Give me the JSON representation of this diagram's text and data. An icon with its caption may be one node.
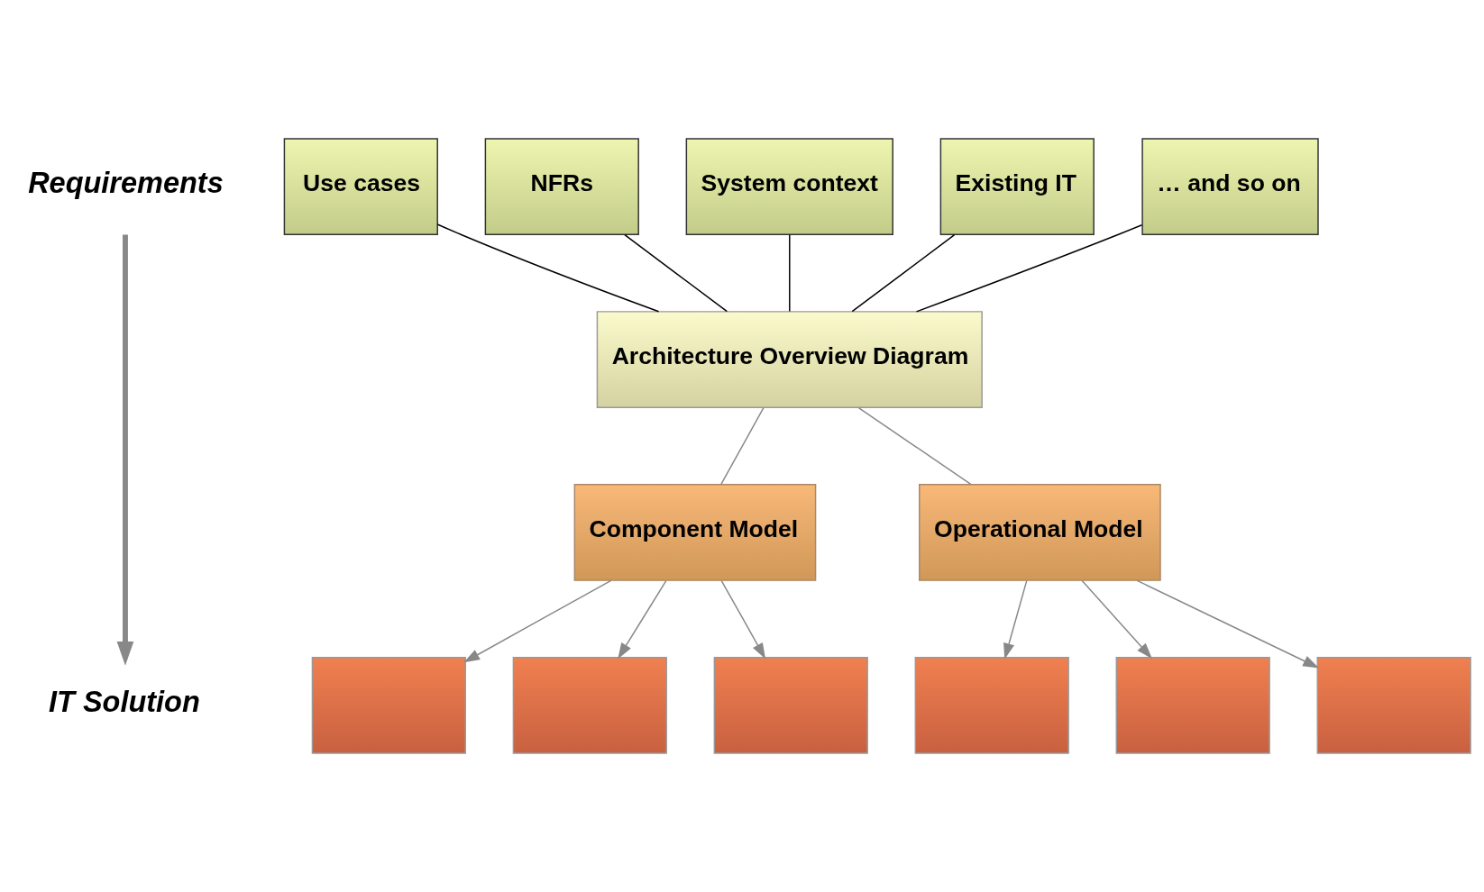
{
  "diagram": {
    "nodes": [
      {
        "text": [
          "Use cases"
        ]
      },
      {
        "text": [
          "NFRs"
        ]
      },
      {
        "text": [
          "System context"
        ]
      },
      {
        "text": [
          "Existing IT"
        ]
      },
      {
        "text": [
          "… and so on"
        ]
      },
      {
        "text": [
          "Architecture Overview Diagram"
        ]
      },
      {
        "text": [
          "Component Model"
        ]
      },
      {
        "text": [
          "Operational Model"
        ]
      },
      {
        "text": [],
        "shape": "box"
      },
      {
        "text": [],
        "shape": "box"
      },
      {
        "text": [],
        "shape": "box"
      },
      {
        "text": [],
        "shape": "box"
      },
      {
        "text": [],
        "shape": "box"
      },
      {
        "text": [],
        "shape": "box"
      },
      {
        "text": [
          "Requirements"
        ]
      },
      {
        "text": [
          "IT Solution"
        ]
      }
    ],
    "edges": [
      {
        "from": 0,
        "to": 5,
        "arrow": "none",
        "color": "#000000"
      },
      {
        "from": 1,
        "to": 5,
        "arrow": "none",
        "color": "#000000"
      },
      {
        "from": 2,
        "to": 5,
        "arrow": "none",
        "color": "#000000"
      },
      {
        "from": 3,
        "to": 5,
        "arrow": "none",
        "color": "#000000"
      },
      {
        "from": 4,
        "to": 5,
        "arrow": "none",
        "color": "#000000"
      },
      {
        "from": 5,
        "to": 6,
        "arrow": "none"
      },
      {
        "from": 5,
        "to": 7,
        "arrow": "none"
      },
      {
        "from": 6,
        "to": 8,
        "arrow": "to"
      },
      {
        "from": 6,
        "to": 9,
        "arrow": "to"
      },
      {
        "from": 6,
        "to": 10,
        "arrow": "to"
      },
      {
        "from": 7,
        "to": 11,
        "arrow": "to"
      },
      {
        "from": 7,
        "to": 12,
        "arrow": "to"
      },
      {
        "from": 7,
        "to": 13,
        "arrow": "to"
      },
      {
        "from": 14,
        "to": 15,
        "arrow": "to",
        "style": "thick"
      }
    ]
  }
}
